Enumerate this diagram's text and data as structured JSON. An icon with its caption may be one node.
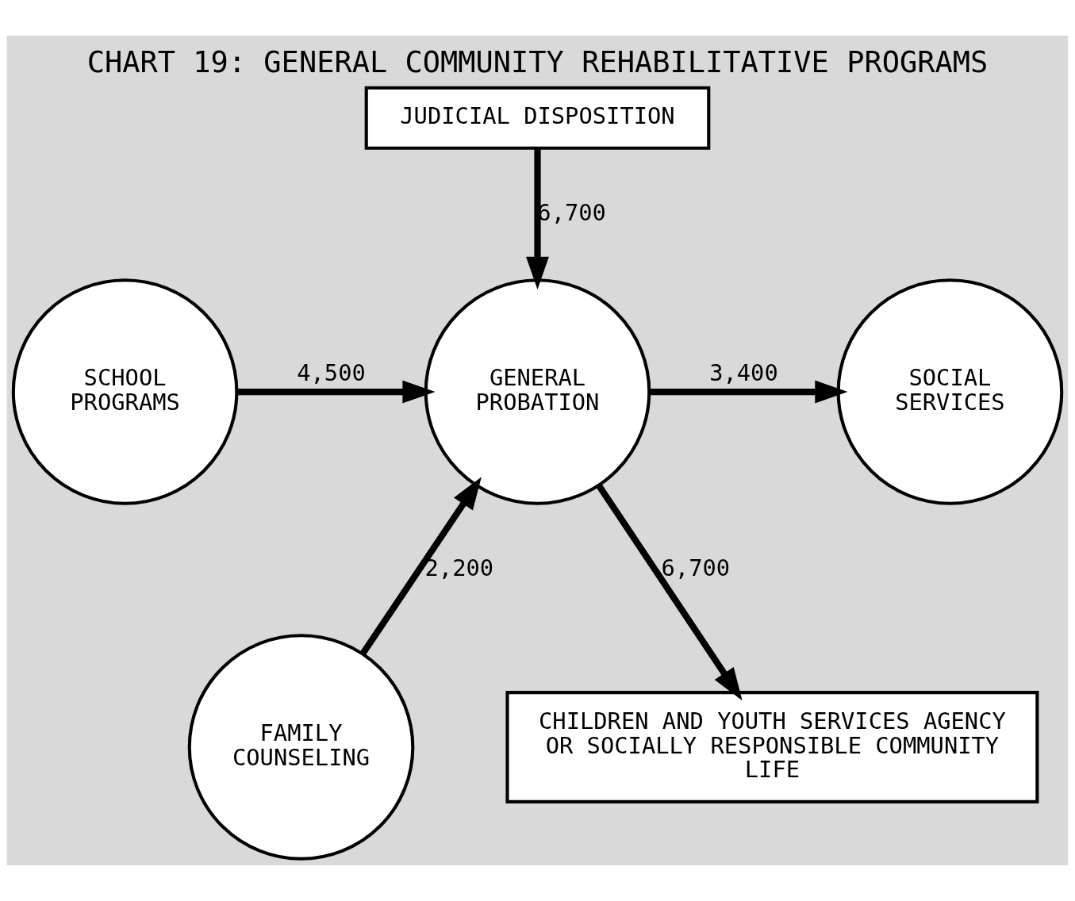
{
  "diagram": {
    "title": "CHART 19: GENERAL COMMUNITY REHABILITATIVE PROGRAMS",
    "nodes": [
      {
        "text": [
          "JUDICIAL DISPOSITION"
        ]
      },
      {
        "text": [
          "SCHOOL PROGRAMS"
        ]
      },
      {
        "text": [
          "SOCIAL SERVICES"
        ]
      },
      {
        "text": [
          "GENERAL PROBATION"
        ]
      },
      {
        "text": [
          "FAMILY COUNSELING"
        ]
      },
      {
        "text": [
          "CHILDREN AND YOUTH SERVICES AGENCY OR SOCIALLY RESPONSIBLE COMMUNITY LIFE"
        ]
      }
    ],
    "edges": [
      {
        "from": 0,
        "to": 3,
        "arrow": "to",
        "label": "6,700"
      },
      {
        "from": 1,
        "to": 3,
        "arrow": "to",
        "label": "4,500"
      },
      {
        "from": 3,
        "to": 2,
        "arrow": "to",
        "label": "3,400"
      },
      {
        "from": 4,
        "to": 3,
        "arrow": "to",
        "label": "2,200"
      },
      {
        "from": 3,
        "to": 5,
        "arrow": "to",
        "label": "6,700"
      }
    ]
  }
}
